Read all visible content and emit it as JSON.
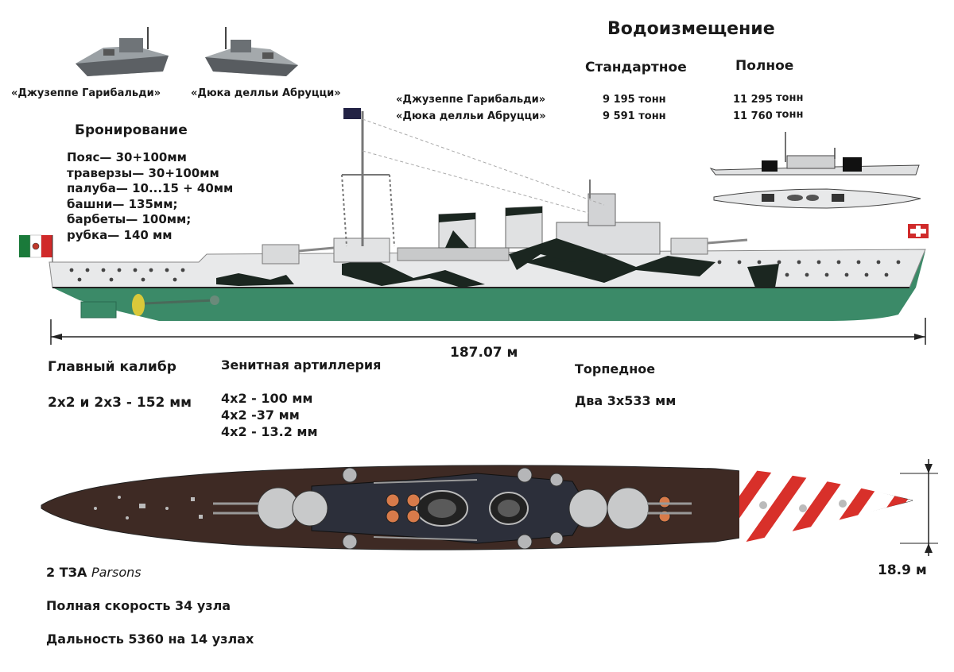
{
  "ships": {
    "garibaldi": "«Джузеппе Гарибальди»",
    "abruzzi": "«Дюка делльи Абруцци»"
  },
  "displacement": {
    "title": "Водоизмещение",
    "standard_label": "Стандартное",
    "full_label": "Полное",
    "rows": [
      {
        "name": "«Джузеппе Гарибальди»",
        "standard": "9 195 тонн",
        "full_value": "11 295",
        "full_unit": "тонн"
      },
      {
        "name": "«Дюка делльи Абруцци»",
        "standard": "9 591 тонн",
        "full_value": "11 760",
        "full_unit": "тонн"
      }
    ]
  },
  "armor": {
    "title": "Бронирование",
    "lines": [
      "Пояс— 30+100мм",
      "траверзы— 30+100мм",
      "палуба— 10...15 + 40мм",
      "башни— 135мм;",
      "барбеты— 100мм;",
      "рубка— 140 мм"
    ]
  },
  "length": "187.07 м",
  "beam": "18.9 м",
  "main_caliber": {
    "title": "Главный калибр",
    "value": "2x2 и 2x3 - 152 мм"
  },
  "aa": {
    "title": "Зенитная артиллерия",
    "lines": [
      "4x2 - 100 мм",
      "4x2 -37 мм",
      "4x2 - 13.2 мм"
    ]
  },
  "torpedo": {
    "title": "Торпедное",
    "value": "Два 3x533 мм"
  },
  "engine": {
    "count": "2 ТЗА",
    "name": "Parsons"
  },
  "speed": "Полная скорость 34 узла",
  "range": "Дальность 5360 на 14 узлах",
  "colors": {
    "hull_upper": "#e8e9ea",
    "hull_lower": "#3b8a68",
    "deck": "#3e2a24",
    "camo": "#1b2620",
    "stripe": "#d8302a"
  }
}
